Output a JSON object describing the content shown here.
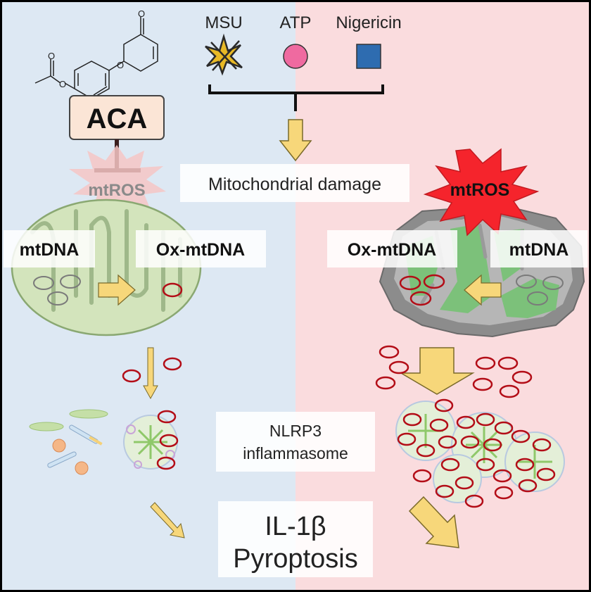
{
  "stimuli": {
    "msu": "MSU",
    "atp": "ATP",
    "nigericin": "Nigericin"
  },
  "inhibitor": {
    "label": "ACA"
  },
  "left_panel": {
    "mtros": "mtROS",
    "mtdna": "mtDNA",
    "ox_mtdna": "Ox-mtDNA"
  },
  "center": {
    "mito_damage": "Mitochondrial damage",
    "nlrp3_line1": "NLRP3",
    "nlrp3_line2": "inflammasome",
    "outcome_line1": "IL-1β",
    "outcome_line2": "Pyroptosis"
  },
  "right_panel": {
    "mtros": "mtROS",
    "ox_mtdna": "Ox-mtDNA",
    "mtdna": "mtDNA"
  },
  "colors": {
    "left_bg": "#dde8f3",
    "right_bg": "#fadcde",
    "arrow": "#f7d77a",
    "atp": "#ef6aa0",
    "nigericin": "#2e6cb0",
    "aca_box": "#fbe5d6",
    "red_oval": "#b30d17",
    "mtros_star": "#f5242c"
  }
}
